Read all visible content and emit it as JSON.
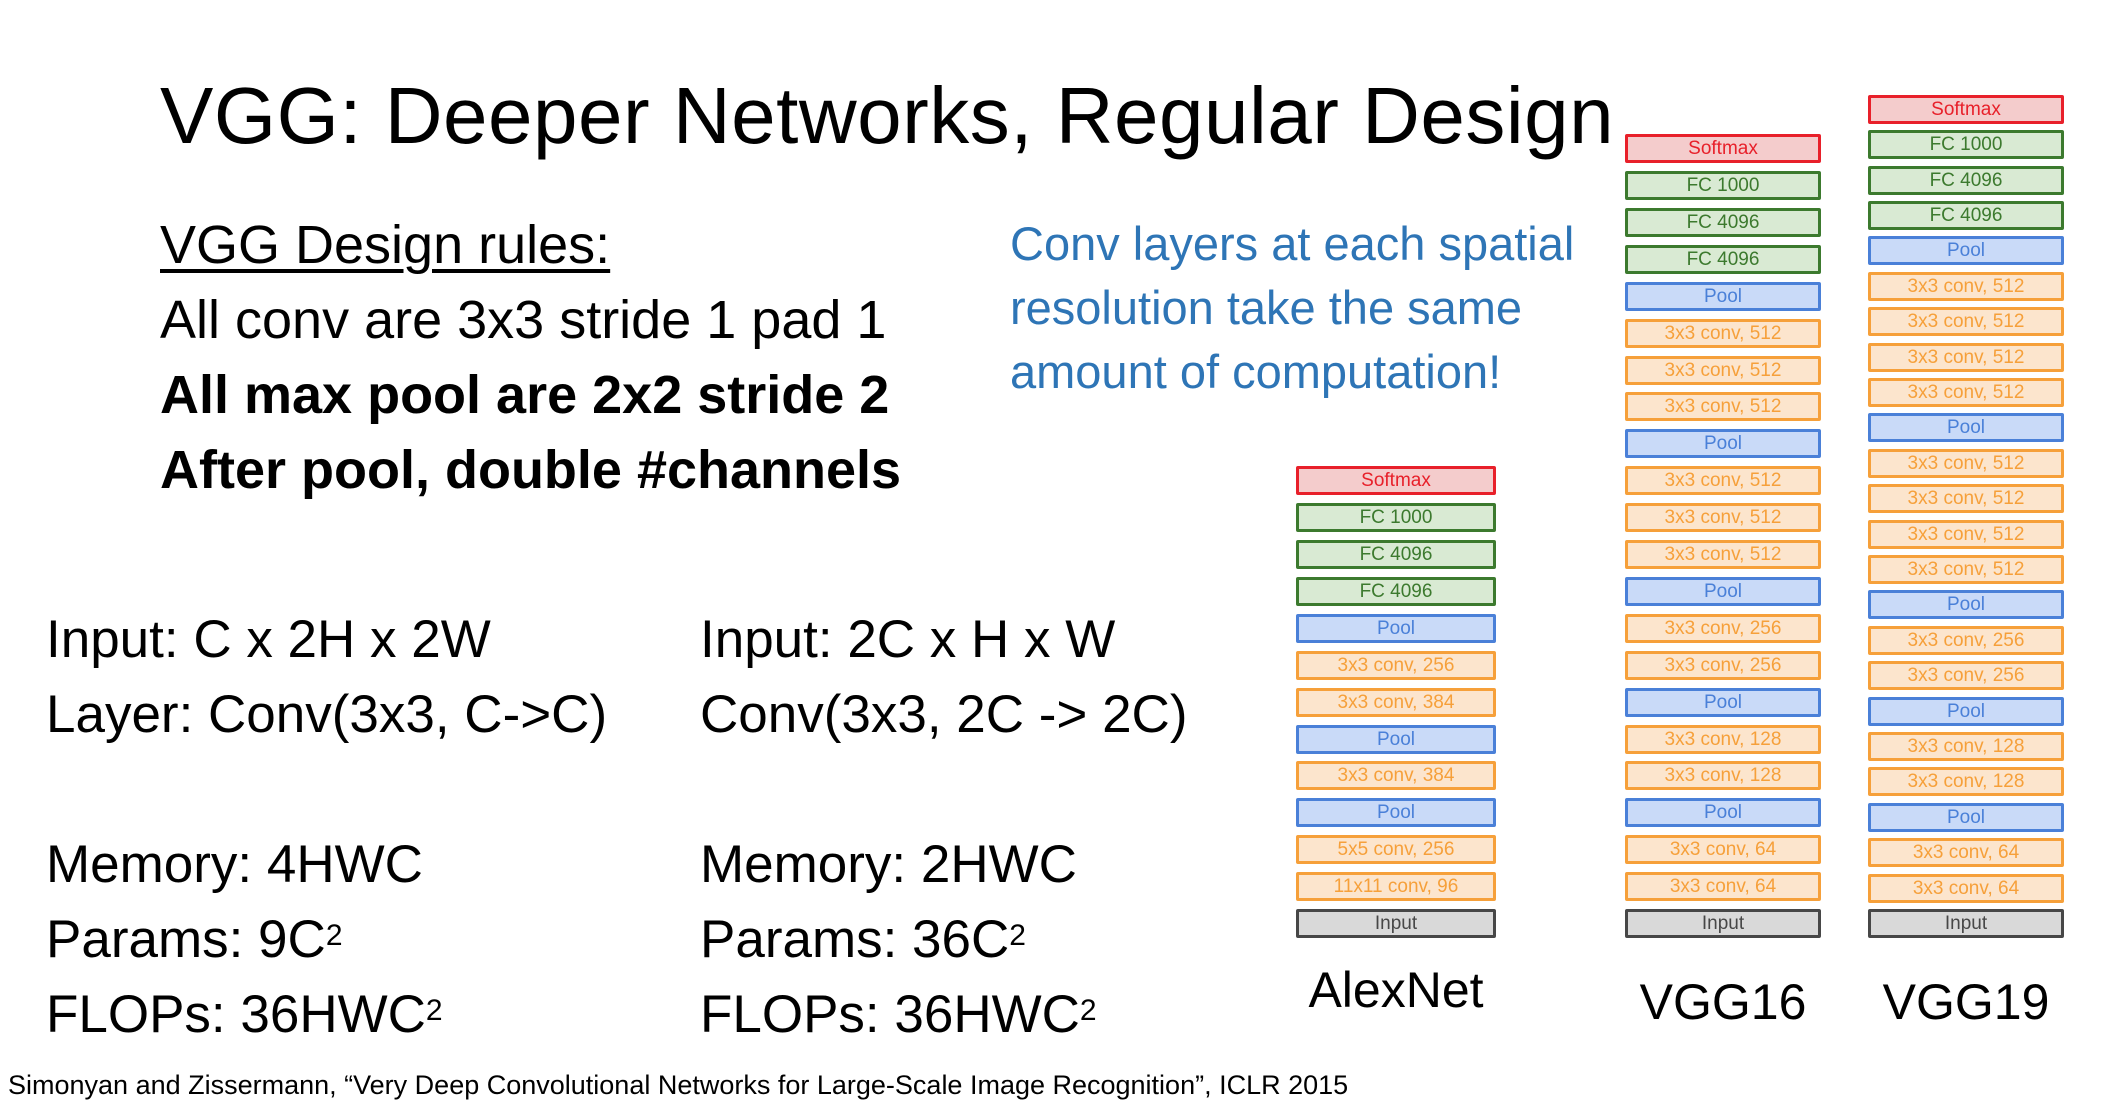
{
  "slide": {
    "title": "VGG: Deeper Networks, Regular Design",
    "rules": {
      "heading": "VGG Design rules:",
      "items": [
        {
          "text": "All conv are 3x3 stride 1 pad 1",
          "bold": false
        },
        {
          "text": "All max pool are 2x2 stride 2",
          "bold": true
        },
        {
          "text": "After pool, double #channels",
          "bold": true
        }
      ]
    },
    "note": {
      "lines": [
        "Conv layers at each spatial",
        "resolution take the same",
        "amount of computation!"
      ],
      "color": "#2e75b6"
    },
    "comparison": {
      "left": {
        "input": "Input: C x 2H x 2W",
        "layer": "Layer: Conv(3x3, C->C)",
        "memory": "Memory: 4HWC",
        "params_base": "Params: 9C",
        "params_exp": "2",
        "flops_base": "FLOPs: 36HWC",
        "flops_exp": "2"
      },
      "right": {
        "input": "Input: 2C x H x W",
        "layer": "Conv(3x3, 2C -> 2C)",
        "memory": "Memory: 2HWC",
        "params_base": "Params: 36C",
        "params_exp": "2",
        "flops_base": "FLOPs: 36HWC",
        "flops_exp": "2"
      }
    },
    "citation": "Simonyan and Zissermann, “Very Deep Convolutional Networks for Large-Scale Image Recognition”, ICLR 2015"
  },
  "layer_colors": {
    "softmax": {
      "fill": "#f4cccc",
      "stroke": "#e8202a"
    },
    "fc": {
      "fill": "#d9ead3",
      "stroke": "#3c7a2e"
    },
    "pool": {
      "fill": "#c9daf8",
      "stroke": "#4a80d8"
    },
    "conv": {
      "fill": "#fce5cd",
      "stroke": "#f6a03a"
    },
    "input": {
      "fill": "#d9d9d9",
      "stroke": "#474747"
    }
  },
  "networks": [
    {
      "name": "AlexNet",
      "layers_top_to_bottom": [
        {
          "label": "Softmax",
          "type": "softmax"
        },
        {
          "label": "FC 1000",
          "type": "fc"
        },
        {
          "label": "FC 4096",
          "type": "fc"
        },
        {
          "label": "FC 4096",
          "type": "fc"
        },
        {
          "label": "Pool",
          "type": "pool"
        },
        {
          "label": "3x3 conv, 256",
          "type": "conv"
        },
        {
          "label": "3x3 conv, 384",
          "type": "conv"
        },
        {
          "label": "Pool",
          "type": "pool"
        },
        {
          "label": "3x3 conv, 384",
          "type": "conv"
        },
        {
          "label": "Pool",
          "type": "pool"
        },
        {
          "label": "5x5 conv, 256",
          "type": "conv"
        },
        {
          "label": "11x11 conv, 96",
          "type": "conv"
        },
        {
          "label": "Input",
          "type": "input"
        }
      ]
    },
    {
      "name": "VGG16",
      "layers_top_to_bottom": [
        {
          "label": "Softmax",
          "type": "softmax"
        },
        {
          "label": "FC 1000",
          "type": "fc"
        },
        {
          "label": "FC 4096",
          "type": "fc"
        },
        {
          "label": "FC 4096",
          "type": "fc"
        },
        {
          "label": "Pool",
          "type": "pool"
        },
        {
          "label": "3x3 conv, 512",
          "type": "conv"
        },
        {
          "label": "3x3 conv, 512",
          "type": "conv"
        },
        {
          "label": "3x3 conv, 512",
          "type": "conv"
        },
        {
          "label": "Pool",
          "type": "pool"
        },
        {
          "label": "3x3 conv, 512",
          "type": "conv"
        },
        {
          "label": "3x3 conv, 512",
          "type": "conv"
        },
        {
          "label": "3x3 conv, 512",
          "type": "conv"
        },
        {
          "label": "Pool",
          "type": "pool"
        },
        {
          "label": "3x3 conv, 256",
          "type": "conv"
        },
        {
          "label": "3x3 conv, 256",
          "type": "conv"
        },
        {
          "label": "Pool",
          "type": "pool"
        },
        {
          "label": "3x3 conv, 128",
          "type": "conv"
        },
        {
          "label": "3x3 conv, 128",
          "type": "conv"
        },
        {
          "label": "Pool",
          "type": "pool"
        },
        {
          "label": "3x3 conv, 64",
          "type": "conv"
        },
        {
          "label": "3x3 conv, 64",
          "type": "conv"
        },
        {
          "label": "Input",
          "type": "input"
        }
      ]
    },
    {
      "name": "VGG19",
      "layers_top_to_bottom": [
        {
          "label": "Softmax",
          "type": "softmax"
        },
        {
          "label": "FC 1000",
          "type": "fc"
        },
        {
          "label": "FC 4096",
          "type": "fc"
        },
        {
          "label": "FC 4096",
          "type": "fc"
        },
        {
          "label": "Pool",
          "type": "pool"
        },
        {
          "label": "3x3 conv, 512",
          "type": "conv"
        },
        {
          "label": "3x3 conv, 512",
          "type": "conv"
        },
        {
          "label": "3x3 conv, 512",
          "type": "conv"
        },
        {
          "label": "3x3 conv, 512",
          "type": "conv"
        },
        {
          "label": "Pool",
          "type": "pool"
        },
        {
          "label": "3x3 conv, 512",
          "type": "conv"
        },
        {
          "label": "3x3 conv, 512",
          "type": "conv"
        },
        {
          "label": "3x3 conv, 512",
          "type": "conv"
        },
        {
          "label": "3x3 conv, 512",
          "type": "conv"
        },
        {
          "label": "Pool",
          "type": "pool"
        },
        {
          "label": "3x3 conv, 256",
          "type": "conv"
        },
        {
          "label": "3x3 conv, 256",
          "type": "conv"
        },
        {
          "label": "Pool",
          "type": "pool"
        },
        {
          "label": "3x3 conv, 128",
          "type": "conv"
        },
        {
          "label": "3x3 conv, 128",
          "type": "conv"
        },
        {
          "label": "Pool",
          "type": "pool"
        },
        {
          "label": "3x3 conv, 64",
          "type": "conv"
        },
        {
          "label": "3x3 conv, 64",
          "type": "conv"
        },
        {
          "label": "Input",
          "type": "input"
        }
      ]
    }
  ]
}
